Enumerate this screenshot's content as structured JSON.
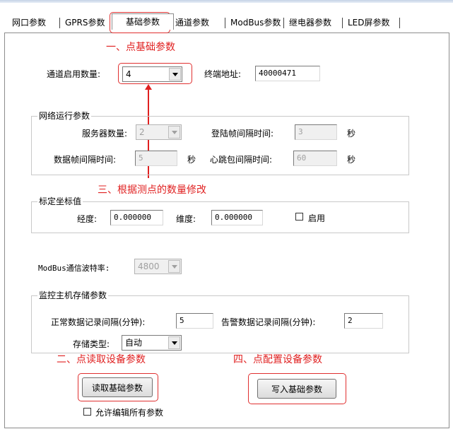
{
  "tabs": [
    {
      "id": "net",
      "label": "网口参数"
    },
    {
      "id": "gprs",
      "label": "GPRS参数"
    },
    {
      "id": "basic",
      "label": "基础参数"
    },
    {
      "id": "channel",
      "label": "通道参数"
    },
    {
      "id": "modbus",
      "label": "ModBus参数"
    },
    {
      "id": "relay",
      "label": "继电器参数"
    },
    {
      "id": "led",
      "label": "LED屏参数"
    }
  ],
  "active_tab": "基础参数",
  "basic": {
    "channel_count_label": "通道启用数量:",
    "channel_count_value": "4",
    "terminal_address_label": "终端地址:",
    "terminal_address_value": "40000471"
  },
  "network_group": {
    "title": "网络运行参数",
    "server_count_label": "服务器数量:",
    "server_count_value": "2",
    "login_interval_label": "登陆帧间隔时间:",
    "login_interval_value": "3",
    "login_interval_unit": "秒",
    "data_interval_label": "数据帧间隔时间:",
    "data_interval_value": "5",
    "data_interval_unit": "秒",
    "heartbeat_label": "心跳包间隔时间:",
    "heartbeat_value": "60",
    "heartbeat_unit": "秒"
  },
  "coord_group": {
    "title": "标定坐标值",
    "longitude_label": "经度:",
    "longitude_value": "0.000000",
    "latitude_label": "维度:",
    "latitude_value": "0.000000",
    "enable_label": "启用"
  },
  "modbus": {
    "baud_label": "ModBus通信波特率:",
    "baud_value": "4800"
  },
  "storage_group": {
    "title": "监控主机存储参数",
    "normal_interval_label": "正常数据记录间隔(分钟):",
    "normal_interval_value": "5",
    "alarm_interval_label": "告警数据记录间隔(分钟):",
    "alarm_interval_value": "2",
    "storage_type_label": "存储类型:",
    "storage_type_value": "自动"
  },
  "buttons": {
    "read": "读取基础参数",
    "write": "写入基础参数",
    "allow_edit_label": "允许编辑所有参数"
  },
  "annotations": {
    "step1": "一、点基础参数",
    "step2": "二、点读取设备参数",
    "step3": "三、根据测点的数量修改",
    "step4": "四、点配置设备参数"
  },
  "colors": {
    "annotation_red": "#e02020",
    "disabled_bg": "#f0f0f0",
    "panel_border": "#8c8c8c"
  }
}
